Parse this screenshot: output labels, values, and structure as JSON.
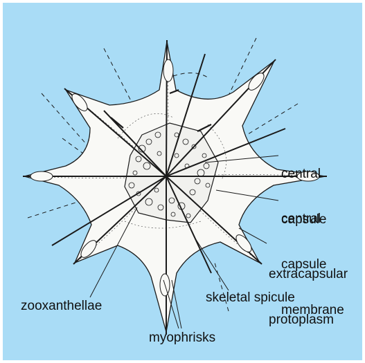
{
  "colors": {
    "background": "#a9dcf6",
    "organism_fill": "#f9f9f6",
    "ink": "#1a1a1a"
  },
  "labels": {
    "central_capsule": [
      "central",
      "capsule"
    ],
    "central_capsule_membrane": [
      "central",
      "capsule",
      "membrane"
    ],
    "extracapsular_protoplasm": [
      "extracapsular",
      "protoplasm"
    ],
    "skeletal_spicule": "skeletal spicule",
    "zooxanthellae": "zooxanthellae",
    "myophrisks": "myophrisks"
  }
}
